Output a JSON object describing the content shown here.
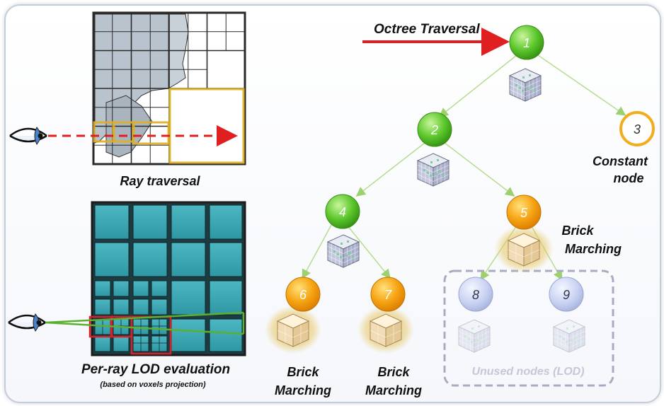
{
  "labels": {
    "octree_traversal": "Octree Traversal",
    "ray_traversal": "Ray traversal",
    "per_ray_lod": "Per-ray LOD evaluation",
    "per_ray_lod_sub": "(based on voxels projection)",
    "constant_node_line1": "Constant",
    "constant_node_line2": "node",
    "brick_line1": "Brick",
    "brick_line2": "Marching",
    "unused_nodes": "Unused nodes (LOD)"
  },
  "nodes": [
    {
      "id": "1",
      "type": "green"
    },
    {
      "id": "2",
      "type": "green"
    },
    {
      "id": "3",
      "type": "constant"
    },
    {
      "id": "4",
      "type": "green"
    },
    {
      "id": "5",
      "type": "orange"
    },
    {
      "id": "6",
      "type": "orange"
    },
    {
      "id": "7",
      "type": "orange"
    },
    {
      "id": "8",
      "type": "unused"
    },
    {
      "id": "9",
      "type": "unused"
    }
  ],
  "colors": {
    "green": "#5cc72c",
    "orange": "#f6a312",
    "unused": "#c9d2f2",
    "ray": "#e02020",
    "lod_cell": "#3aa6b2",
    "highlight": "#e0b020",
    "edge": "#b7dc8f"
  }
}
